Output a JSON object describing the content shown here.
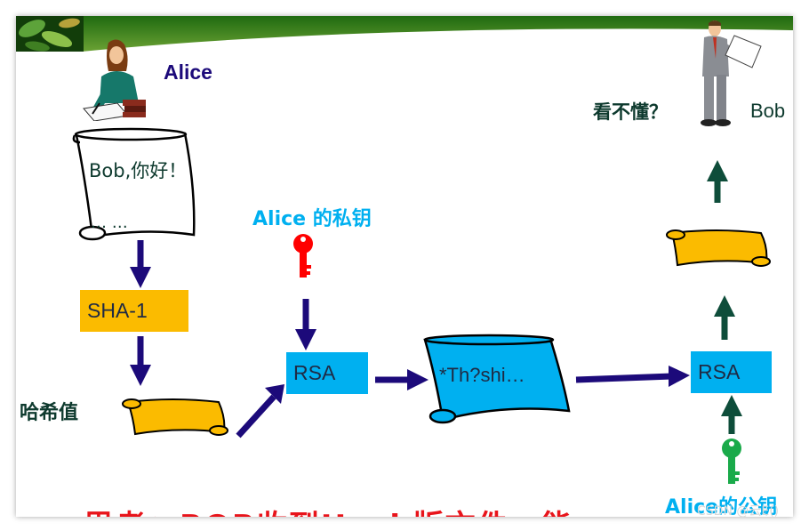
{
  "labels": {
    "alice": "Alice",
    "bob": "Bob",
    "bob_question": "看不懂？",
    "hash_value": "哈希值",
    "alice_private_key": "Alice 的私钥",
    "alice_public_key": "Alice的公钥",
    "letter_line1": "Bob,你好！",
    "letter_line2": "… …",
    "encrypted_text": "*Th?shi…"
  },
  "boxes": {
    "sha1": "SHA-1",
    "rsa_sign": "RSA",
    "rsa_verify": "RSA"
  },
  "caption": "思考：BOB收到Hash版文件，能",
  "watermark": "CSDN @云E()",
  "colors": {
    "box_yellow": "#fbbb00",
    "box_blue": "#00b0f0",
    "arrow_purple": "#1c0a7a",
    "arrow_green": "#0e4d3a",
    "private_key": "#ff0000",
    "public_key": "#1aaa4a",
    "label_blue": "#00b0f0",
    "alice_text": "#1c0a7a",
    "caption_red": "#e8141b"
  },
  "icons": [
    "woman-writing-icon",
    "businessman-icon",
    "red-key-icon",
    "green-key-icon"
  ]
}
